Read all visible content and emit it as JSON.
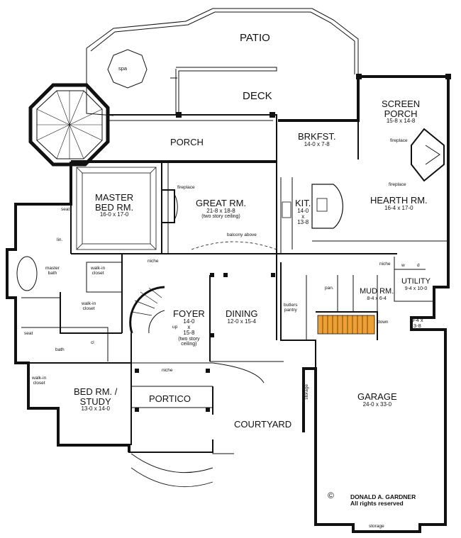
{
  "rooms": {
    "patio": {
      "name": "PATIO"
    },
    "spa": {
      "name": "spa"
    },
    "deck": {
      "name": "DECK"
    },
    "porch": {
      "name": "PORCH"
    },
    "screen_porch": {
      "name1": "SCREEN",
      "name2": "PORCH",
      "dims": "15-8 x 14-8"
    },
    "brkfst": {
      "name": "BRKFST.",
      "dims": "14-0 x 7-8"
    },
    "master_bed": {
      "name1": "MASTER",
      "name2": "BED RM.",
      "dims": "16-0 x 17-0"
    },
    "great_rm": {
      "name": "GREAT RM.",
      "dims": "21-8 x 18-8",
      "note": "(two story ceiling)"
    },
    "kit": {
      "name": "KIT.",
      "dims1": "14-0",
      "dims2": "x",
      "dims3": "13-8"
    },
    "hearth_rm": {
      "name": "HEARTH RM.",
      "dims": "16-4 x 17-0"
    },
    "utility": {
      "name": "UTILITY",
      "dims": "9-4 x 10-0"
    },
    "mud_rm": {
      "name": "MUD RM.",
      "dims": "8-4 x 6-4"
    },
    "foyer": {
      "name": "FOYER",
      "dims1": "14-0",
      "dims2": "x",
      "dims3": "15-8",
      "note1": "(two story",
      "note2": "ceiling)"
    },
    "dining": {
      "name": "DINING",
      "dims": "12-0 x 15-4"
    },
    "garage": {
      "name": "GARAGE",
      "dims": "24-0 x 33-0"
    },
    "bed_study": {
      "name1": "BED RM. /",
      "name2": "STUDY",
      "dims": "13-0 x 14-0"
    },
    "portico": {
      "name": "PORTICO"
    },
    "courtyard": {
      "name": "COURTYARD"
    },
    "storage_nook": {
      "dims1": "9-4 x",
      "dims2": "3-8"
    }
  },
  "small_labels": {
    "fireplace_great": "fireplace",
    "fireplace_screen": "fireplace",
    "fireplace_hearth": "fireplace",
    "balcony": "balcony above",
    "niche_master": "niche",
    "niche_hearth": "niche",
    "niche_portico": "niche",
    "walkin_master": "walk-in",
    "walkin_master2": "closet",
    "walkin_closet": "walk-in",
    "walkin_closet2": "closet",
    "walkin_bed": "walk-in",
    "walkin_bed2": "closet",
    "master_bath1": "master",
    "master_bath2": "bath",
    "lin": "lin.",
    "seat_top": "seat",
    "seat_bottom": "seat",
    "bath": "bath",
    "cl": "cl",
    "up": "up",
    "down": "down",
    "butlers1": "butlers",
    "butlers2": "pantry",
    "pan": "pan.",
    "storage_garage": "storage",
    "storage_bottom": "storage",
    "w": "w",
    "d": "d"
  },
  "copyright": {
    "symbol": "©",
    "line1": "DONALD A. GARDNER",
    "line2": "All rights reserved"
  },
  "colors": {
    "walls": "#111111",
    "stairs": "#f0a030",
    "background": "#ffffff"
  }
}
